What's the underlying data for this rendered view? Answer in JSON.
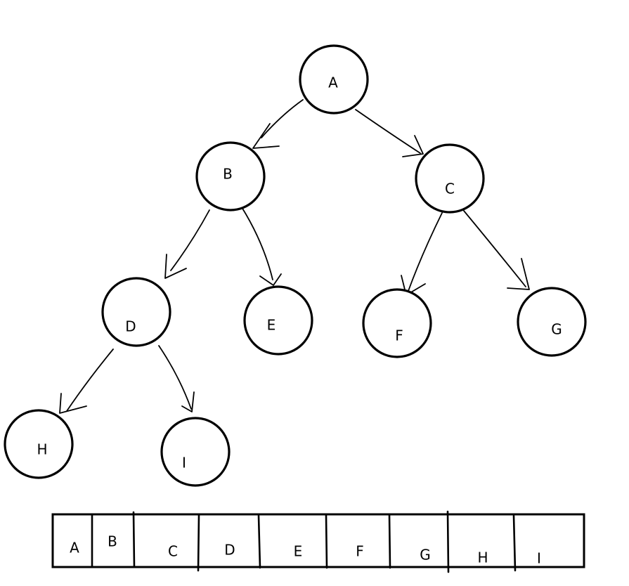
{
  "tree": {
    "nodes": [
      {
        "id": "A",
        "label": "A"
      },
      {
        "id": "B",
        "label": "B"
      },
      {
        "id": "C",
        "label": "C"
      },
      {
        "id": "D",
        "label": "D"
      },
      {
        "id": "E",
        "label": "E"
      },
      {
        "id": "F",
        "label": "F"
      },
      {
        "id": "G",
        "label": "G"
      },
      {
        "id": "H",
        "label": "H"
      },
      {
        "id": "I",
        "label": "I"
      }
    ],
    "edges": [
      {
        "from": "A",
        "to": "B"
      },
      {
        "from": "A",
        "to": "C"
      },
      {
        "from": "B",
        "to": "D"
      },
      {
        "from": "B",
        "to": "E"
      },
      {
        "from": "C",
        "to": "F"
      },
      {
        "from": "C",
        "to": "G"
      },
      {
        "from": "D",
        "to": "H"
      },
      {
        "from": "D",
        "to": "I"
      }
    ]
  },
  "array": {
    "cells": [
      "A",
      "B",
      "C",
      "D",
      "E",
      "F",
      "G",
      "H",
      "I"
    ]
  }
}
